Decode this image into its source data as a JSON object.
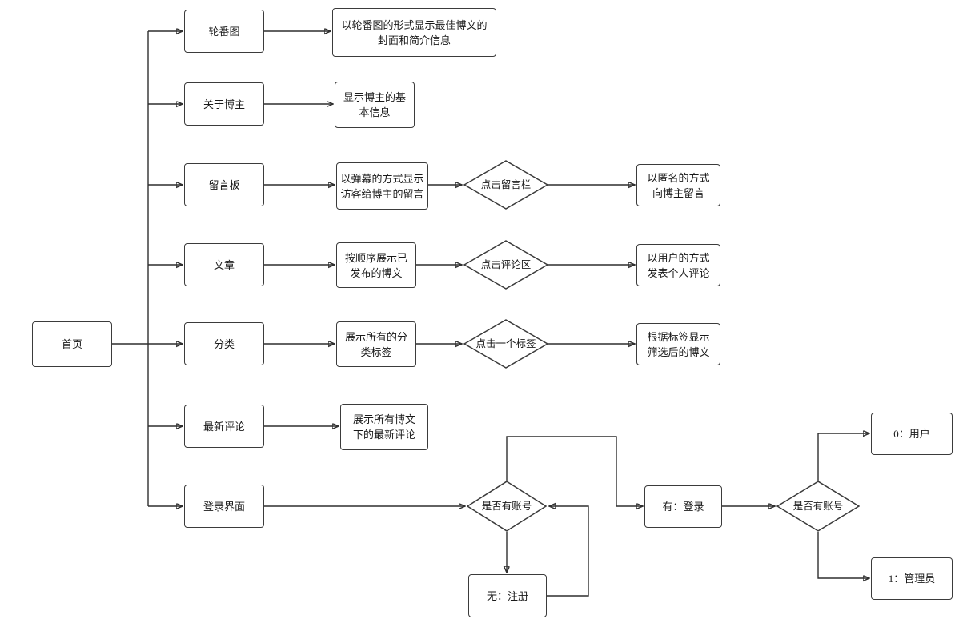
{
  "nodes": {
    "home": "首页",
    "carousel": "轮番图",
    "carousel_desc": "以轮番图的形式显示最佳博文的\n封面和简介信息",
    "about_blogger": "关于博主",
    "about_desc": "显示博主的基\n本信息",
    "message_board": "留言板",
    "message_board_desc": "以弹幕的方式显示\n访客给博主的留言",
    "click_message_bar": "点击留言栏",
    "anonymous_message": "以匿名的方式\n向博主留言",
    "articles": "文章",
    "articles_desc": "按顺序展示已\n发布的博文",
    "click_comment_area": "点击评论区",
    "user_comment": "以用户的方式\n发表个人评论",
    "categories": "分类",
    "categories_desc": "展示所有的分\n类标签",
    "click_tag": "点击一个标签",
    "filtered_posts": "根据标签显示\n筛选后的博文",
    "latest_comments": "最新评论",
    "latest_comments_desc": "展示所有博文\n下的最新评论",
    "login_page": "登录界面",
    "has_account_1": "是否有账号",
    "no_register": "无：注册",
    "yes_login": "有：登录",
    "has_account_2": "是否有账号",
    "role_user": "0：用户",
    "role_admin": "1：管理员"
  },
  "colors": {
    "line": "#2f2f2f",
    "border": "#3b3b3b",
    "background": "#ffffff"
  }
}
